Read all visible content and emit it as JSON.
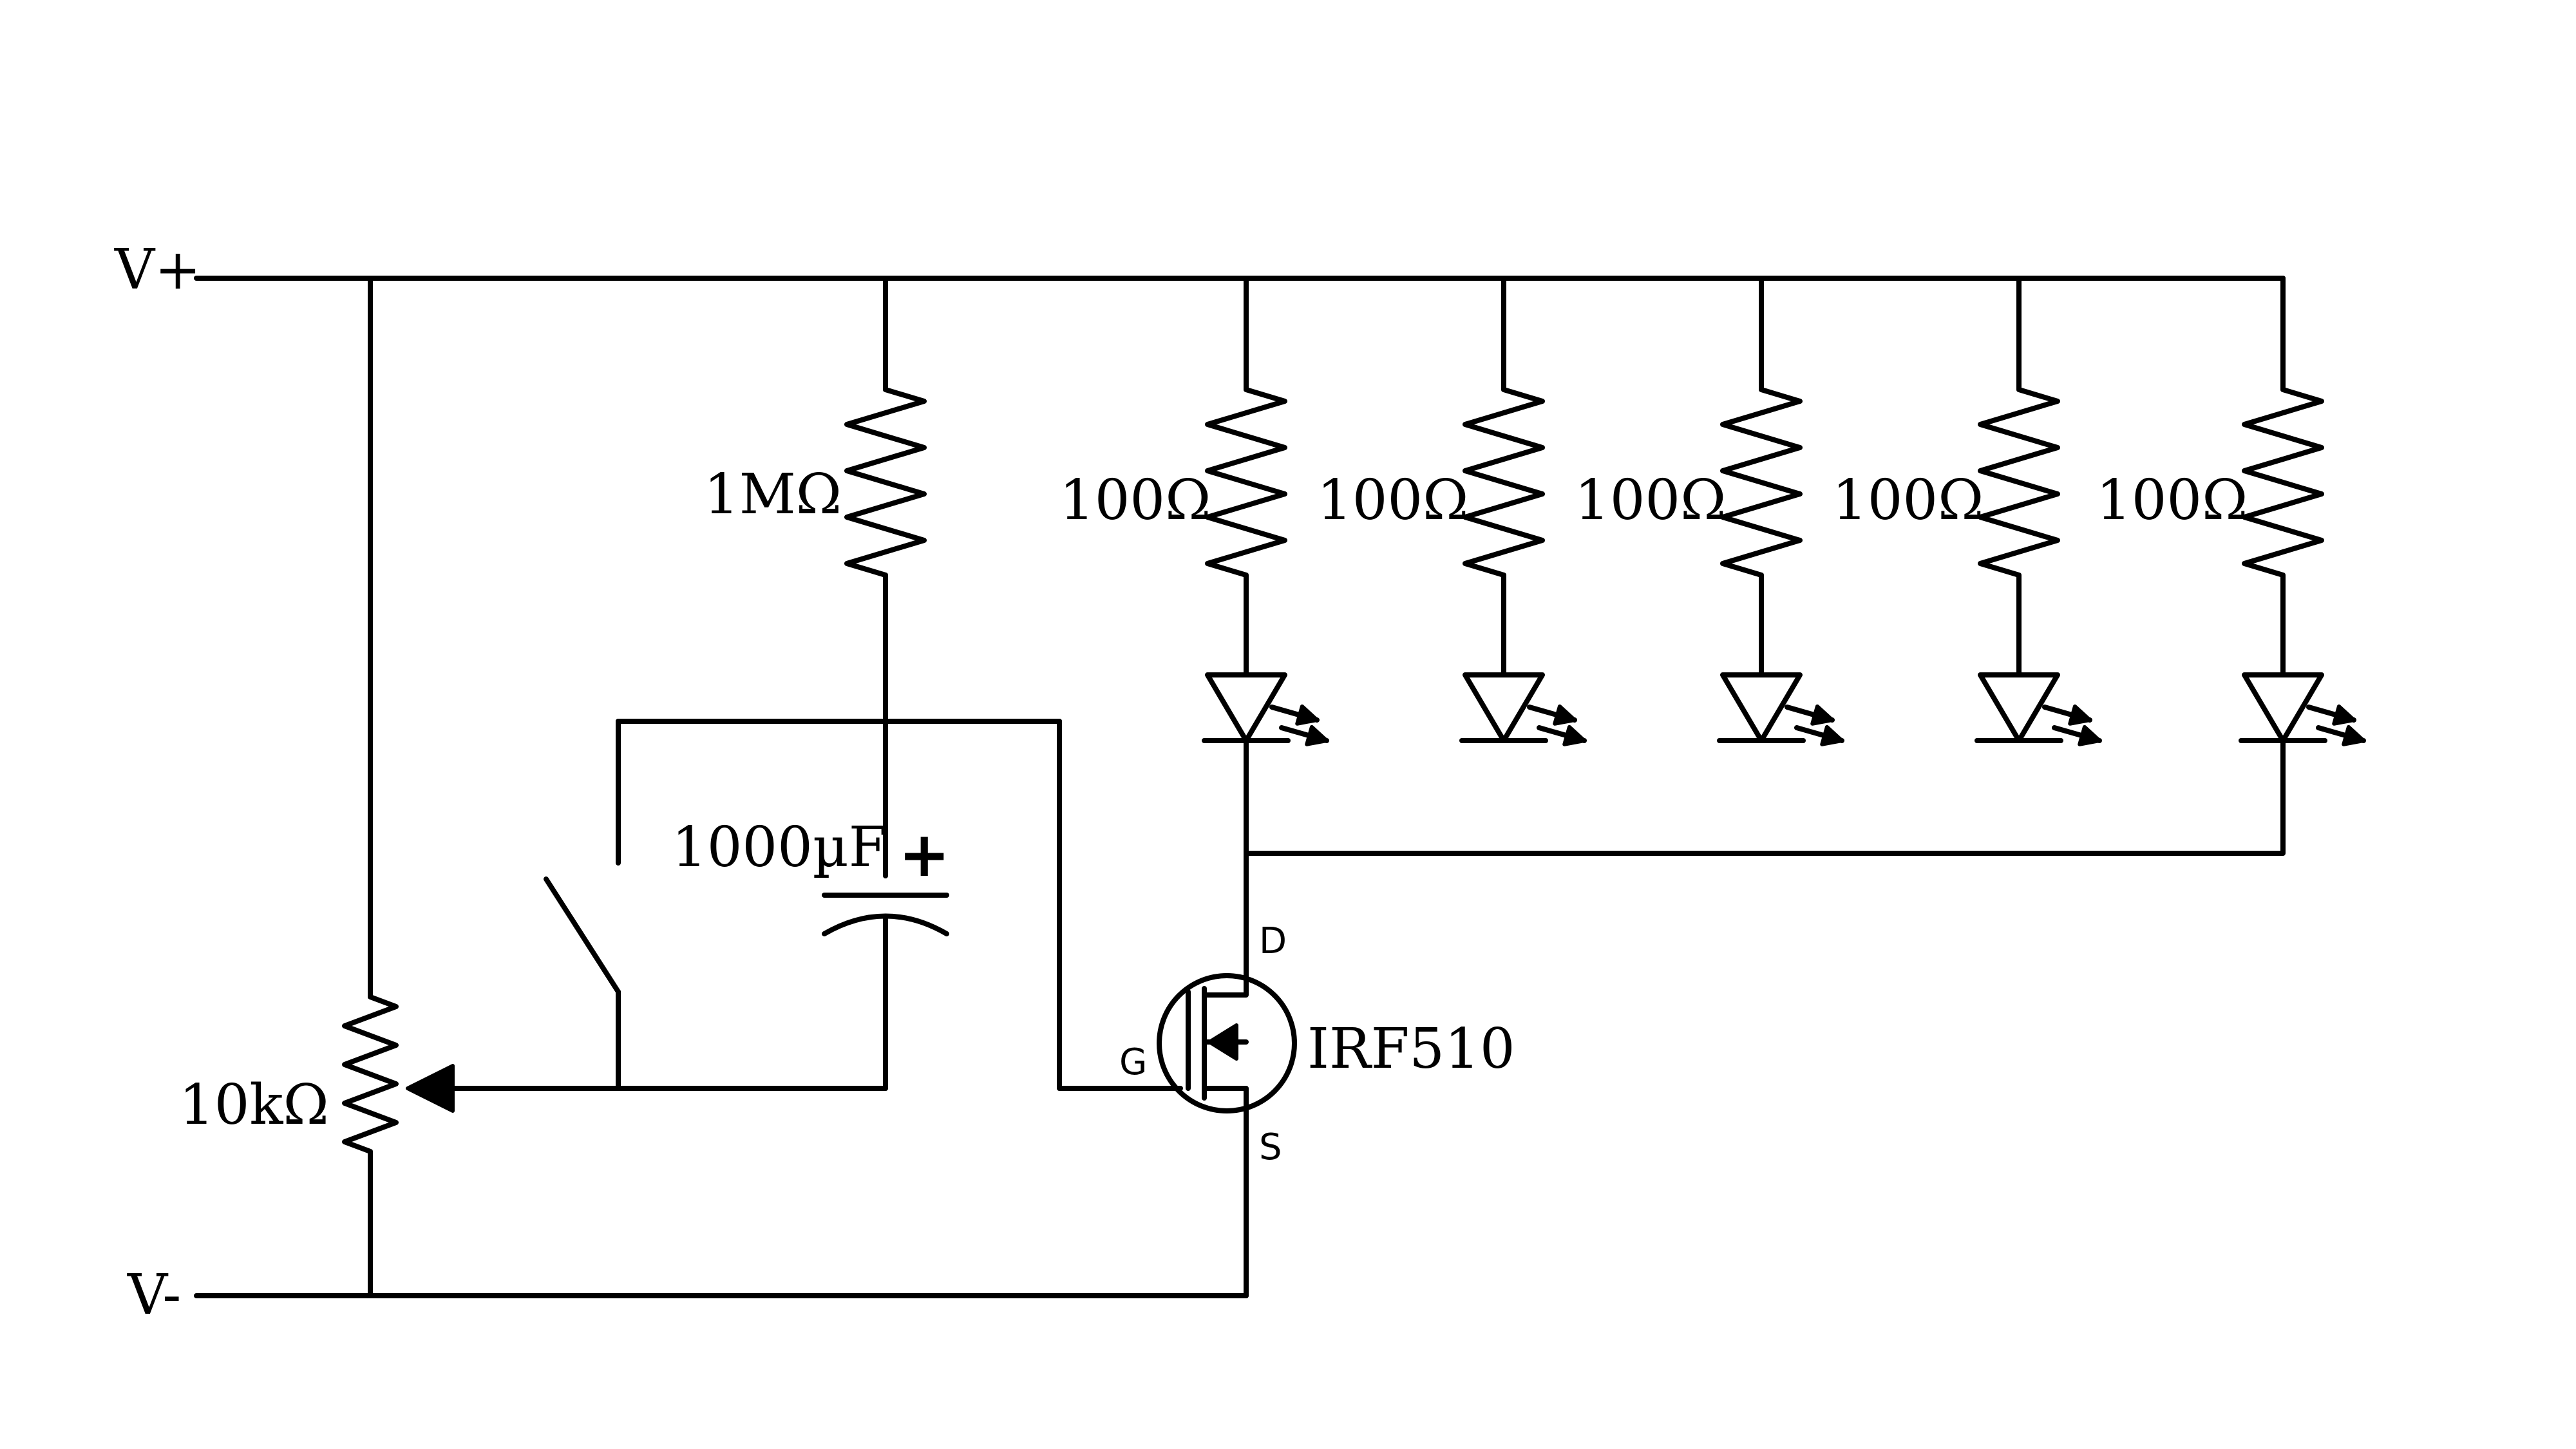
{
  "rails": {
    "positive": "V+",
    "negative": "V-"
  },
  "components": {
    "timing_resistor": {
      "value": "1MΩ"
    },
    "capacitor": {
      "value": "1000µF",
      "polarity": "+"
    },
    "potentiometer": {
      "value": "10kΩ"
    },
    "mosfet": {
      "part": "IRF510",
      "drain": "D",
      "gate": "G",
      "source": "S"
    },
    "led_resistors": [
      {
        "value": "100Ω"
      },
      {
        "value": "100Ω"
      },
      {
        "value": "100Ω"
      },
      {
        "value": "100Ω"
      },
      {
        "value": "100Ω"
      }
    ]
  },
  "colors": {
    "ink": "#000000",
    "background": "#ffffff"
  }
}
